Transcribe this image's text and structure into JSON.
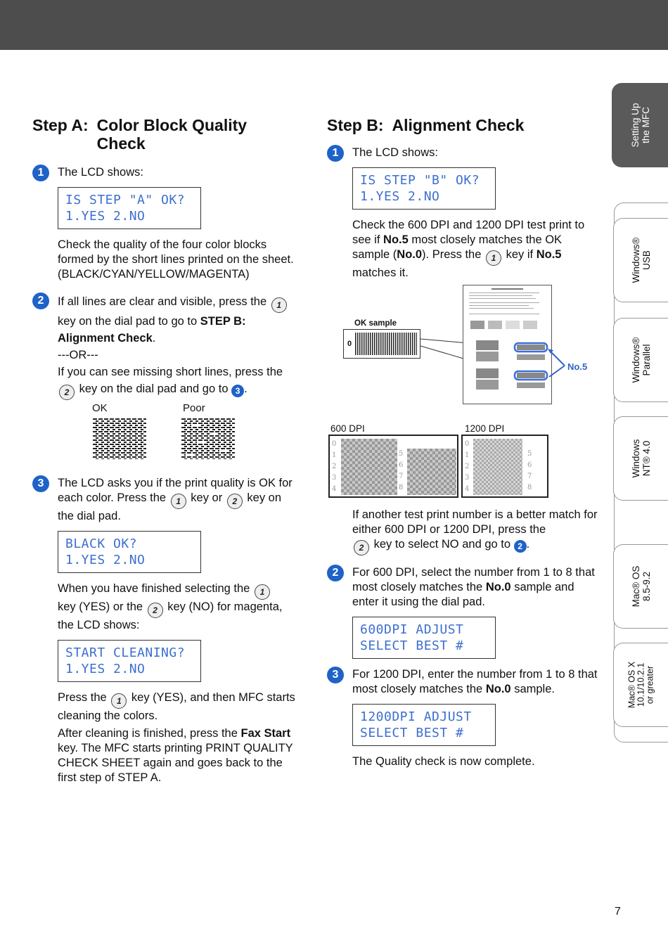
{
  "stepA": {
    "label": "Step A:",
    "title": "Color Block Quality Check",
    "s1": {
      "num": "1",
      "text": "The LCD shows:",
      "lcd": "IS STEP \"A\" OK?\n1.YES 2.NO",
      "desc": [
        "Check the quality of the four color blocks formed by the short lines printed on the sheet.",
        "(BLACK/CYAN/YELLOW/MAGENTA)"
      ]
    },
    "s2": {
      "num": "2",
      "p1a": "If all lines are clear and visible, press the",
      "key1": "1",
      "p1b": "key on the dial pad to go to",
      "p1bold": "STEP B: Alignment Check",
      "p1end": ".",
      "or": "---OR---",
      "p2a": "If you can see missing short lines, press the",
      "key2": "2",
      "p2b": "key on the dial pad and go to",
      "goto": "3",
      "p2end": ".",
      "ok_label": "OK",
      "poor_label": "Poor"
    },
    "s3": {
      "num": "3",
      "p1a": "The LCD asks you if the print quality is OK for each color. Press the",
      "key1": "1",
      "p1b": "key or",
      "key2": "2",
      "p1c": "key on the dial pad.",
      "lcd1": "BLACK OK?\n1.YES 2.NO",
      "p2a": "When you have finished selecting the",
      "key3": "1",
      "p2b": "key (YES) or the",
      "key4": "2",
      "p2c": "key (NO) for magenta, the LCD shows:",
      "lcd2": "START CLEANING?\n1.YES 2.NO",
      "p3a": "Press the",
      "key5": "1",
      "p3b": "key (YES), and then MFC starts cleaning the colors.",
      "p4a": "After cleaning is finished, press the",
      "p4bold": "Fax Start",
      "p4b": "key. The MFC starts printing PRINT QUALITY CHECK SHEET again and goes back to the first step of STEP A."
    }
  },
  "stepB": {
    "label": "Step B:",
    "title": "Alignment Check",
    "s1": {
      "num": "1",
      "text": "The LCD shows:",
      "lcd": "IS STEP \"B\" OK?\n1.YES 2.NO",
      "pa": "Check the 600 DPI and 1200 DPI test print to see if",
      "b1": "No.5",
      "pb": "most closely matches the OK sample (",
      "b2": "No.0",
      "pc": "). Press the",
      "key": "1",
      "pd": "key if",
      "b3": "No.5",
      "pe": "matches it.",
      "ok_sample": "OK sample",
      "zero": "0",
      "no5": "No.5",
      "dpi600": "600 DPI",
      "dpi1200": "1200 DPI",
      "nums_left": [
        "0",
        "1",
        "2",
        "3",
        "4"
      ],
      "nums_right": [
        "5",
        "6",
        "7",
        "8"
      ],
      "qa": "If another test print number is a better match for either 600 DPI or 1200 DPI, press the",
      "key2": "2",
      "qb": "key to select NO and go to",
      "goto": "2",
      "qend": "."
    },
    "s2": {
      "num": "2",
      "pa": "For 600 DPI, select the number from 1 to 8 that most closely matches the",
      "b": "No.0",
      "pb": "sample and enter it using the dial pad.",
      "lcd": "600DPI ADJUST\nSELECT BEST #"
    },
    "s3": {
      "num": "3",
      "pa": "For 1200 DPI, enter the number from 1 to 8 that most closely matches the",
      "b": "No.0",
      "pb": "sample.",
      "lcd": "1200DPI ADJUST\nSELECT BEST #",
      "done": "The Quality check is now complete."
    }
  },
  "tabs": {
    "setup": "Setting Up\nthe MFC",
    "win_usb": "Windows®\nUSB",
    "win_par": "Windows®\nParallel",
    "win_nt": "Windows\nNT® 4.0",
    "mac_os": "Mac® OS\n8.5-9.2",
    "mac_x": "Mac® OS X\n10.1/10.2.1\nor greater"
  },
  "page_number": "7"
}
